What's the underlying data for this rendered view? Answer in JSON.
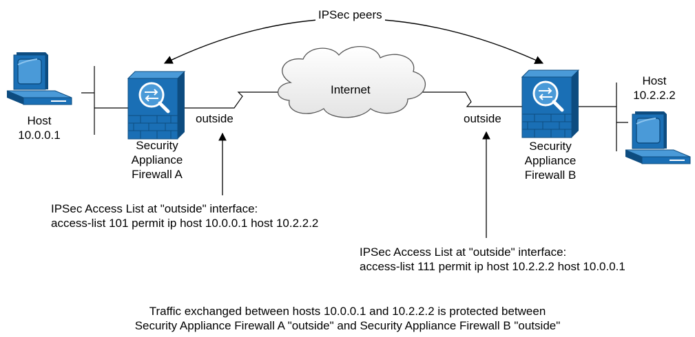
{
  "peers_label": "IPSec peers",
  "internet_label": "Internet",
  "host_a": {
    "title": "Host",
    "ip": "10.0.0.1"
  },
  "host_b": {
    "title": "Host",
    "ip": "10.2.2.2"
  },
  "firewall_a": {
    "line1": "Security",
    "line2": "Appliance",
    "line3": "Firewall A",
    "interface": "outside"
  },
  "firewall_b": {
    "line1": "Security",
    "line2": "Appliance",
    "line3": "Firewall B",
    "interface": "outside"
  },
  "acl_a": {
    "line1": "IPSec Access List at \"outside\" interface:",
    "line2": "access-list 101 permit ip host 10.0.0.1 host 10.2.2.2"
  },
  "acl_b": {
    "line1": "IPSec Access List at \"outside\" interface:",
    "line2": "access-list 111 permit ip host 10.2.2.2 host 10.0.0.1"
  },
  "footer": {
    "line1": "Traffic exchanged between hosts 10.0.0.1 and 10.2.2.2 is protected between",
    "line2": "Security Appliance Firewall A \"outside\" and Security Appliance Firewall B \"outside\""
  },
  "colors": {
    "device": "#1a6fb5",
    "device_dark": "#0d4c80",
    "device_light": "#4a9ad8",
    "line": "#000000"
  },
  "icons": [
    "host-computer-icon",
    "firewall-appliance-icon",
    "internet-cloud-icon"
  ]
}
